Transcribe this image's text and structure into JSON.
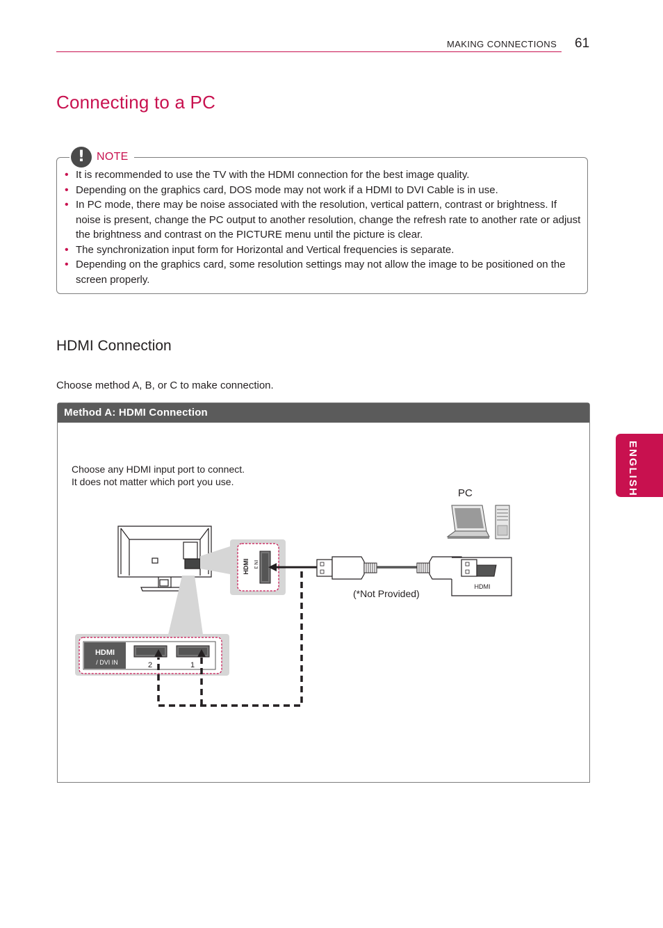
{
  "header": {
    "section": "MAKING CONNECTIONS",
    "page_number": "61"
  },
  "title": "Connecting to a PC",
  "note": {
    "label": "NOTE",
    "items": [
      "It is recommended to use the TV with the HDMI connection for the best image quality.",
      "Depending on the graphics card, DOS mode may not work if a HDMI to DVI Cable is in use.",
      "In PC mode, there may be noise associated with the resolution, vertical pattern, contrast or brightness. If noise is present, change the PC output to another resolution, change the refresh rate to another rate or adjust the brightness and contrast on the PICTURE menu until the picture is clear.",
      "The synchronization input form for Horizontal and Vertical frequencies is separate.",
      "Depending on the graphics card, some resolution settings may not allow the image to be positioned on the screen properly."
    ]
  },
  "section_title": "HDMI Connection",
  "instruction": "Choose method A, B, or C to make connection.",
  "method": {
    "header": "Method A: HDMI Connection",
    "hint_line1": "Choose any HDMI input port to connect.",
    "hint_line2": "It does not matter which port you use.",
    "pc_label": "PC",
    "not_provided": "(*Not Provided)",
    "port_in3": "IN 3",
    "port_logo": "HDMI",
    "port_dvi": "/ DVI IN",
    "port_2": "2",
    "port_1": "1",
    "pc_port": "HDMI"
  },
  "side_tab": "ENGLISH",
  "colors": {
    "accent": "#c8114f",
    "panel_header": "#5b5b5b"
  }
}
